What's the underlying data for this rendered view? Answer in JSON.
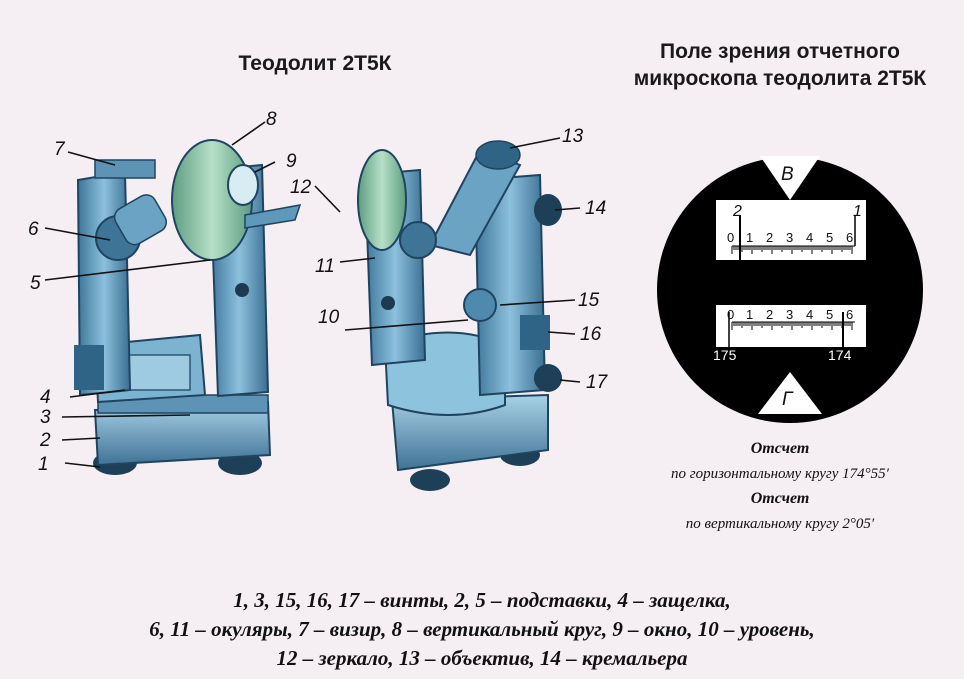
{
  "left_title": "Теодолит 2Т5К",
  "right_title_line1": "Поле зрения отчетного",
  "right_title_line2": "микроскопа теодолита 2Т5К",
  "callouts": [
    "1",
    "2",
    "3",
    "4",
    "5",
    "6",
    "7",
    "8",
    "9",
    "10",
    "11",
    "12",
    "13",
    "14",
    "15",
    "16",
    "17"
  ],
  "microscope": {
    "top_letter": "В",
    "bottom_letter": "Г",
    "vertical_scale": {
      "big_left": "2",
      "big_right": "1",
      "ticks": [
        "0",
        "1",
        "2",
        "3",
        "4",
        "5",
        "6"
      ]
    },
    "horizontal_scale": {
      "ticks": [
        "0",
        "1",
        "2",
        "3",
        "4",
        "5",
        "6"
      ],
      "big_left": "175",
      "big_right": "174"
    }
  },
  "readings": {
    "h_heading": "Отсчет",
    "h_text": "по горизонтальному кругу 174°55′",
    "v_heading": "Отсчет",
    "v_text": "по вертикальному кругу 2°05′"
  },
  "legend": {
    "line1": "1, 3, 15, 16, 17 – винты, 2, 5 – подставки, 4 – защелка,",
    "line2": "6, 11 – окуляры, 7 – визир, 8 – вертикальный круг, 9 – окно, 10 – уровень,",
    "line3": "12 – зеркало, 13 – объектив, 14 – кремальера"
  },
  "colors": {
    "body_blue": "#6fa8c8",
    "dark_blue": "#2c5f80",
    "circle_green": "#8fc7a8",
    "microscope_bg": "#000000",
    "scale_bg": "#ffffff"
  }
}
